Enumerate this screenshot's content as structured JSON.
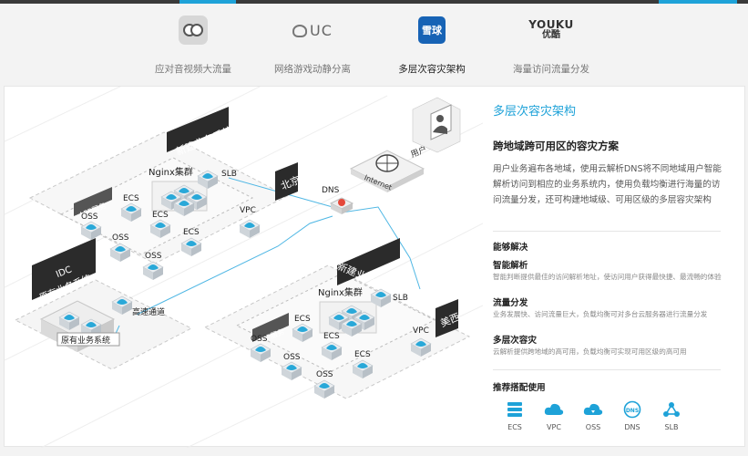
{
  "tabs": [
    {
      "label": "应对音视频大流量",
      "logo": "owl-icon"
    },
    {
      "label": "网络游戏动静分离",
      "logo_text": "UC"
    },
    {
      "label": "多层次容灾架构",
      "logo_text": "雪球",
      "active": true
    },
    {
      "label": "海量访问流量分发",
      "logo_text": "YOUKU",
      "logo_text2": "优酷"
    }
  ],
  "diagram": {
    "labels": {
      "beijing": "北京",
      "meixi": "美西",
      "user": "用户",
      "internet": "Internet",
      "dns": "DNS",
      "idc_line1": "IDC",
      "idc_line2": "原有业务系统",
      "original_system": "原有业务系统",
      "express": "高速通道",
      "new_system": "新建业务系统",
      "nginx": "Nginx集群",
      "slb": "SLB",
      "vpc": "VPC",
      "app": "APP服务",
      "ecs": "ECS",
      "oss": "OSS"
    }
  },
  "side": {
    "title": "多层次容灾架构",
    "subtitle": "跨地域跨可用区的容灾方案",
    "description": "用户业务遍布各地域，使用云解析DNS将不同地域用户智能解析访问到相应的业务系统内，使用负载均衡进行海量的访问流量分发，还可构建地域级、可用区级的多层容灾架构",
    "can_solve": "能够解决",
    "features": [
      {
        "title": "智能解析",
        "desc": "智能判断提供最佳的访问解析地址，使访问用户获得最快捷、最流畅的体验"
      },
      {
        "title": "流量分发",
        "desc": "业务发展快、访问流量巨大，负载均衡可对多台云服务器进行流量分发"
      },
      {
        "title": "多层次容灾",
        "desc": "云解析提供跨地域的高可用，负载均衡可实现可用区级的高可用"
      }
    ],
    "recommend": "推荐搭配使用",
    "products": [
      "ECS",
      "VPC",
      "OSS",
      "DNS",
      "SLB"
    ]
  },
  "colors": {
    "accent": "#1ea2d8",
    "dark_bar": "#3a3a3a",
    "server": "#29a8d8"
  }
}
